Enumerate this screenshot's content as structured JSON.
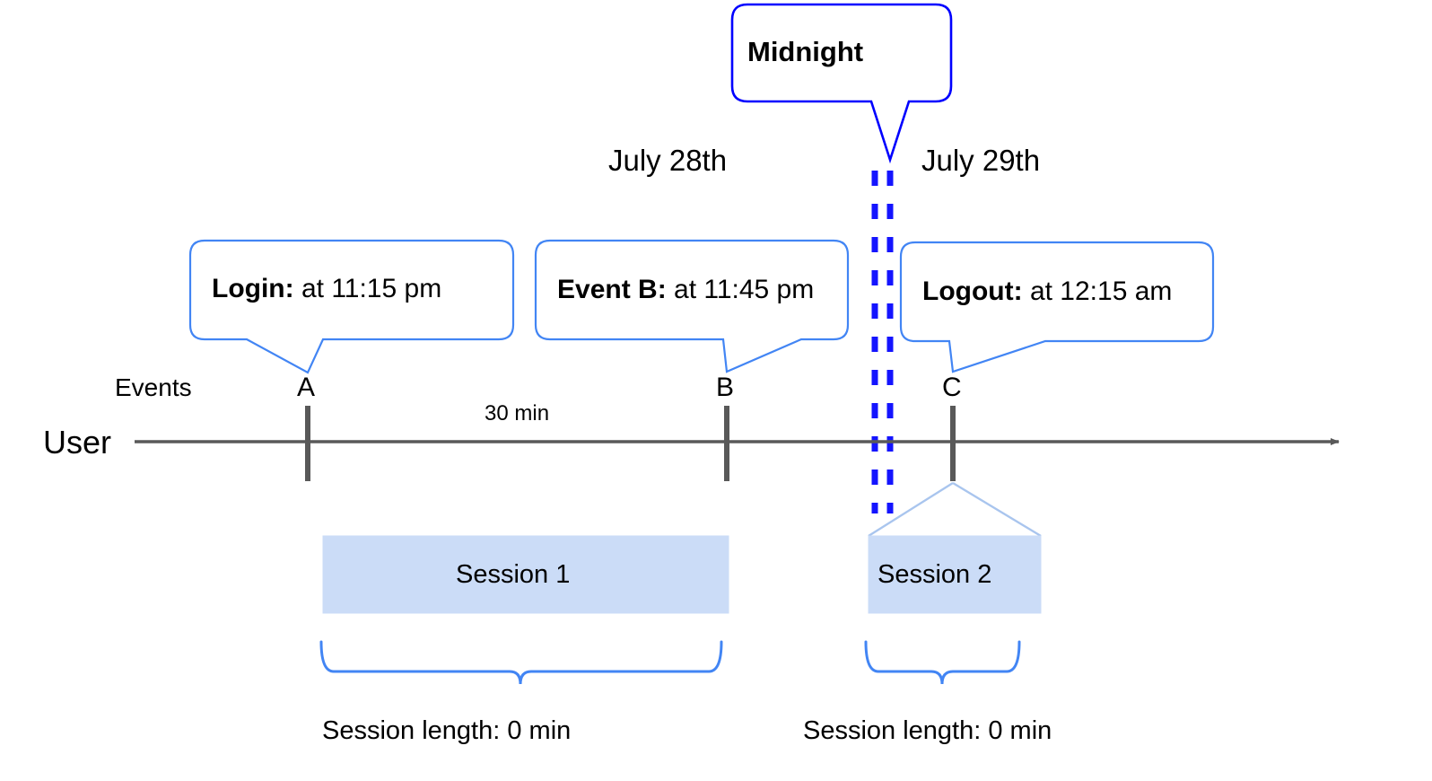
{
  "diagram": {
    "title_callout": {
      "label": "Midnight"
    },
    "dates": [
      {
        "label": "July 28th"
      },
      {
        "label": "July 29th"
      }
    ],
    "event_callouts": [
      {
        "name": "Login:",
        "detail": " at 11:15 pm"
      },
      {
        "name": "Event B:",
        "detail": " at 11:45 pm"
      },
      {
        "name": "Logout:",
        "detail": " at 12:15 am"
      }
    ],
    "row_labels": {
      "events": "Events",
      "user": "User"
    },
    "event_markers": [
      {
        "label": "A"
      },
      {
        "label": "B"
      },
      {
        "label": "C"
      }
    ],
    "gap_label": "30 min",
    "sessions": [
      {
        "label": "Session 1"
      },
      {
        "label": "Session 2"
      }
    ],
    "session_lengths": [
      {
        "label": "Session length: 0 min"
      },
      {
        "label": "Session length: 0 min"
      }
    ],
    "colors": {
      "callout_border": "#4285F4",
      "midnight_border": "#0000FF",
      "midnight_divider": "#1414FF",
      "session_fill": "#CBDCF7",
      "session_outline": "#A9C5EE",
      "axis": "#595959",
      "tick": "#595959",
      "brace": "#4285F4",
      "text": "#000000"
    }
  }
}
